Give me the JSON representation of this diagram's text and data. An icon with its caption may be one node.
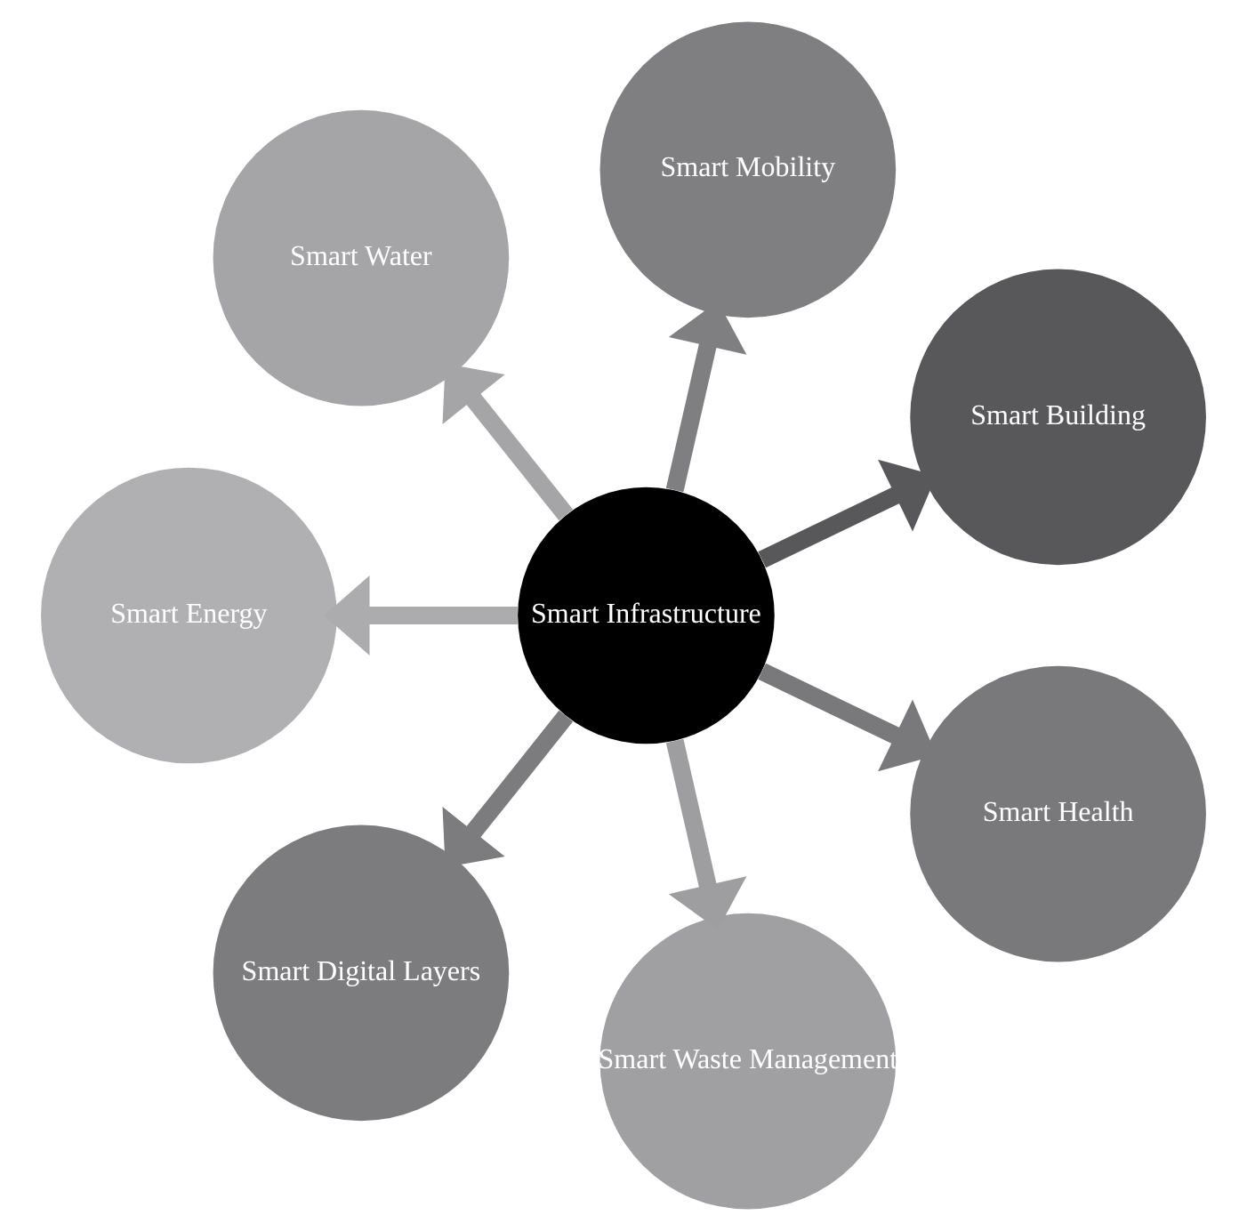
{
  "diagram": {
    "nodes": [
      {
        "text": [
          "Smart Infrastructure"
        ]
      },
      {
        "text": [
          "Smart Building"
        ]
      },
      {
        "text": [
          "Smart Mobility"
        ]
      },
      {
        "text": [
          "Smart Water"
        ]
      },
      {
        "text": [
          "Smart Energy"
        ]
      },
      {
        "text": [
          "Smart Digital Layers"
        ]
      },
      {
        "text": [
          "Smart Waste Management"
        ]
      },
      {
        "text": [
          "Smart Health"
        ]
      }
    ],
    "edges": [
      {
        "from": 0,
        "to": 1,
        "arrow": "to",
        "color": "#58585a"
      },
      {
        "from": 0,
        "to": 2,
        "arrow": "to",
        "color": "#7f7f82"
      },
      {
        "from": 0,
        "to": 3,
        "arrow": "to",
        "color": "#a5a5a7"
      },
      {
        "from": 0,
        "to": 4,
        "arrow": "to",
        "color": "#acacae"
      },
      {
        "from": 0,
        "to": 5,
        "arrow": "to",
        "color": "#7c7c7f"
      },
      {
        "from": 0,
        "to": 6,
        "arrow": "to",
        "color": "#9e9ea0"
      },
      {
        "from": 0,
        "to": 7,
        "arrow": "to",
        "color": "#79797b"
      }
    ]
  }
}
